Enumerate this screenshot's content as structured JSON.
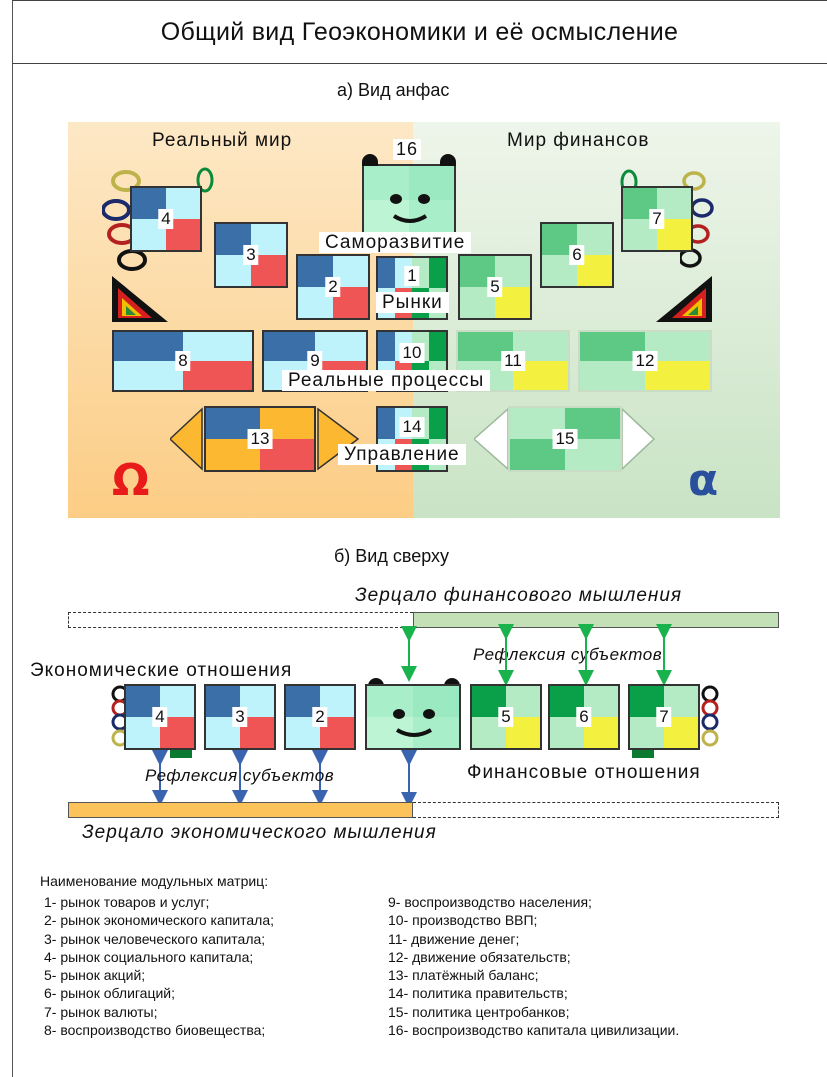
{
  "title": "Общий вид Геоэкономики и её осмысление",
  "view_front": {
    "heading": "а) Вид анфас",
    "real_world": "Реальный мир",
    "finance_world": "Мир финансов",
    "level_self_development": "Саморазвитие",
    "level_markets": "Рынки",
    "level_real_processes": "Реальные процессы",
    "level_management": "Управление",
    "omega": "Ω",
    "alpha": "α",
    "tiles": [
      "16",
      "4",
      "3",
      "2",
      "1",
      "5",
      "6",
      "7",
      "8",
      "9",
      "10",
      "11",
      "12",
      "13",
      "14",
      "15"
    ]
  },
  "view_top": {
    "heading": "б) Вид сверху",
    "mirror_finance": "Зерцало финансового мышления",
    "mirror_economy": "Зерцало экономического мышления",
    "reflexion_top": "Рефлексия субъектов",
    "reflexion_bottom": "Рефлексия субъектов",
    "economic_relations": "Экономические отношения",
    "financial_relations": "Финансовые отношения",
    "tiles": [
      "4",
      "3",
      "2",
      "5",
      "6",
      "7"
    ]
  },
  "legend": {
    "heading": "Наименование модульных матриц:",
    "left": [
      "1- рынок товаров и услуг;",
      "2- рынок экономического капитала;",
      "3- рынок человеческого капитала;",
      "4- рынок социального капитала;",
      "5- рынок акций;",
      "6- рынок облигаций;",
      "7- рынок валюты;",
      "8- воспроизводство биовещества;"
    ],
    "right": [
      "9- воспроизводство населения;",
      "10- производство ВВП;",
      "11- движение денег;",
      "12- движение обязательств;",
      "13- платёжный баланс;",
      "14- политика правительств;",
      "15- политика центробанков;",
      "16- воспроизводство капитала цивилизации."
    ]
  },
  "colors": {
    "blue": "#3a6fa8",
    "cyan": "#bff3fb",
    "red": "#f05555",
    "green_dark": "#0aa04a",
    "green_mid": "#5ec984",
    "green_light": "#b5ebc4",
    "yellow": "#f4f040",
    "orange": "#fbb830",
    "omega_red": "#e81a1a",
    "alpha_blue": "#2a4f9c",
    "arrow_green": "#19b24c",
    "arrow_blue": "#3a64b0"
  }
}
